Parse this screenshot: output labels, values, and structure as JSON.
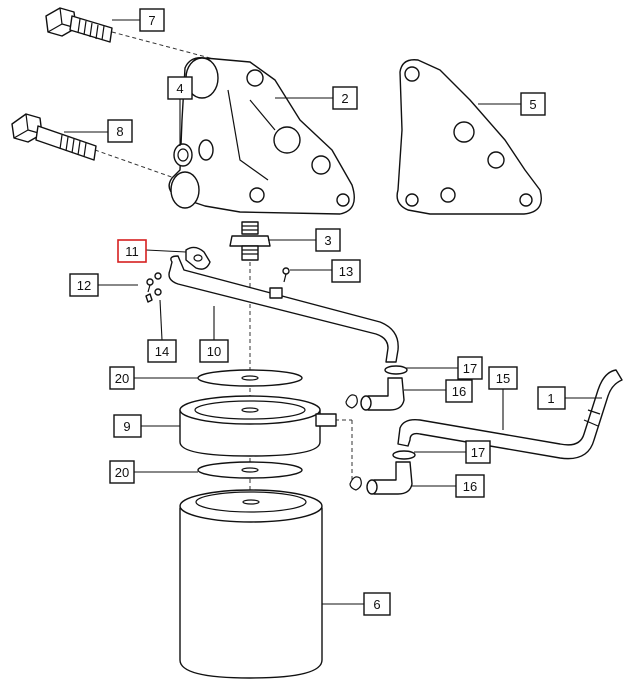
{
  "diagram": {
    "highlight_color": "#d62020",
    "callouts": [
      {
        "id": "c7",
        "label": "7"
      },
      {
        "id": "c4",
        "label": "4"
      },
      {
        "id": "c2",
        "label": "2"
      },
      {
        "id": "c5",
        "label": "5"
      },
      {
        "id": "c8",
        "label": "8"
      },
      {
        "id": "c3",
        "label": "3"
      },
      {
        "id": "c11",
        "label": "11",
        "highlighted": true
      },
      {
        "id": "c12",
        "label": "12"
      },
      {
        "id": "c13",
        "label": "13"
      },
      {
        "id": "c14",
        "label": "14"
      },
      {
        "id": "c10",
        "label": "10"
      },
      {
        "id": "c20a",
        "label": "20"
      },
      {
        "id": "c17a",
        "label": "17"
      },
      {
        "id": "c15",
        "label": "15"
      },
      {
        "id": "c1",
        "label": "1"
      },
      {
        "id": "c16a",
        "label": "16"
      },
      {
        "id": "c9",
        "label": "9"
      },
      {
        "id": "c17b",
        "label": "17"
      },
      {
        "id": "c20b",
        "label": "20"
      },
      {
        "id": "c16b",
        "label": "16"
      },
      {
        "id": "c6",
        "label": "6"
      }
    ]
  }
}
